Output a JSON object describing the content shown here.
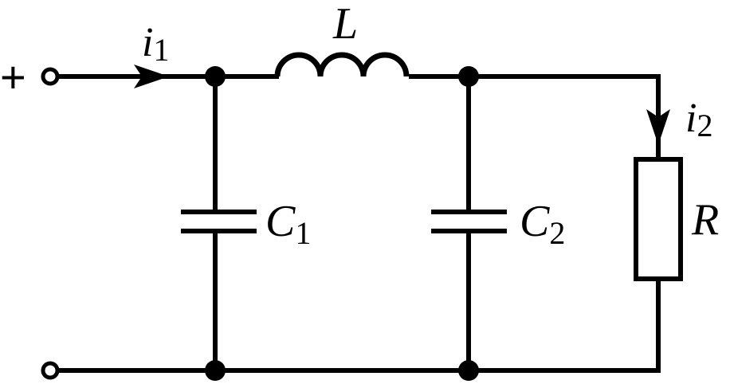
{
  "diagram": {
    "terminal_plus": "+",
    "current_in": {
      "symbol": "i",
      "subscript": "1"
    },
    "current_load": {
      "symbol": "i",
      "subscript": "2"
    },
    "inductor": {
      "label": "L"
    },
    "capacitor_1": {
      "symbol": "C",
      "subscript": "1"
    },
    "capacitor_2": {
      "symbol": "C",
      "subscript": "2"
    },
    "resistor": {
      "label": "R"
    }
  }
}
